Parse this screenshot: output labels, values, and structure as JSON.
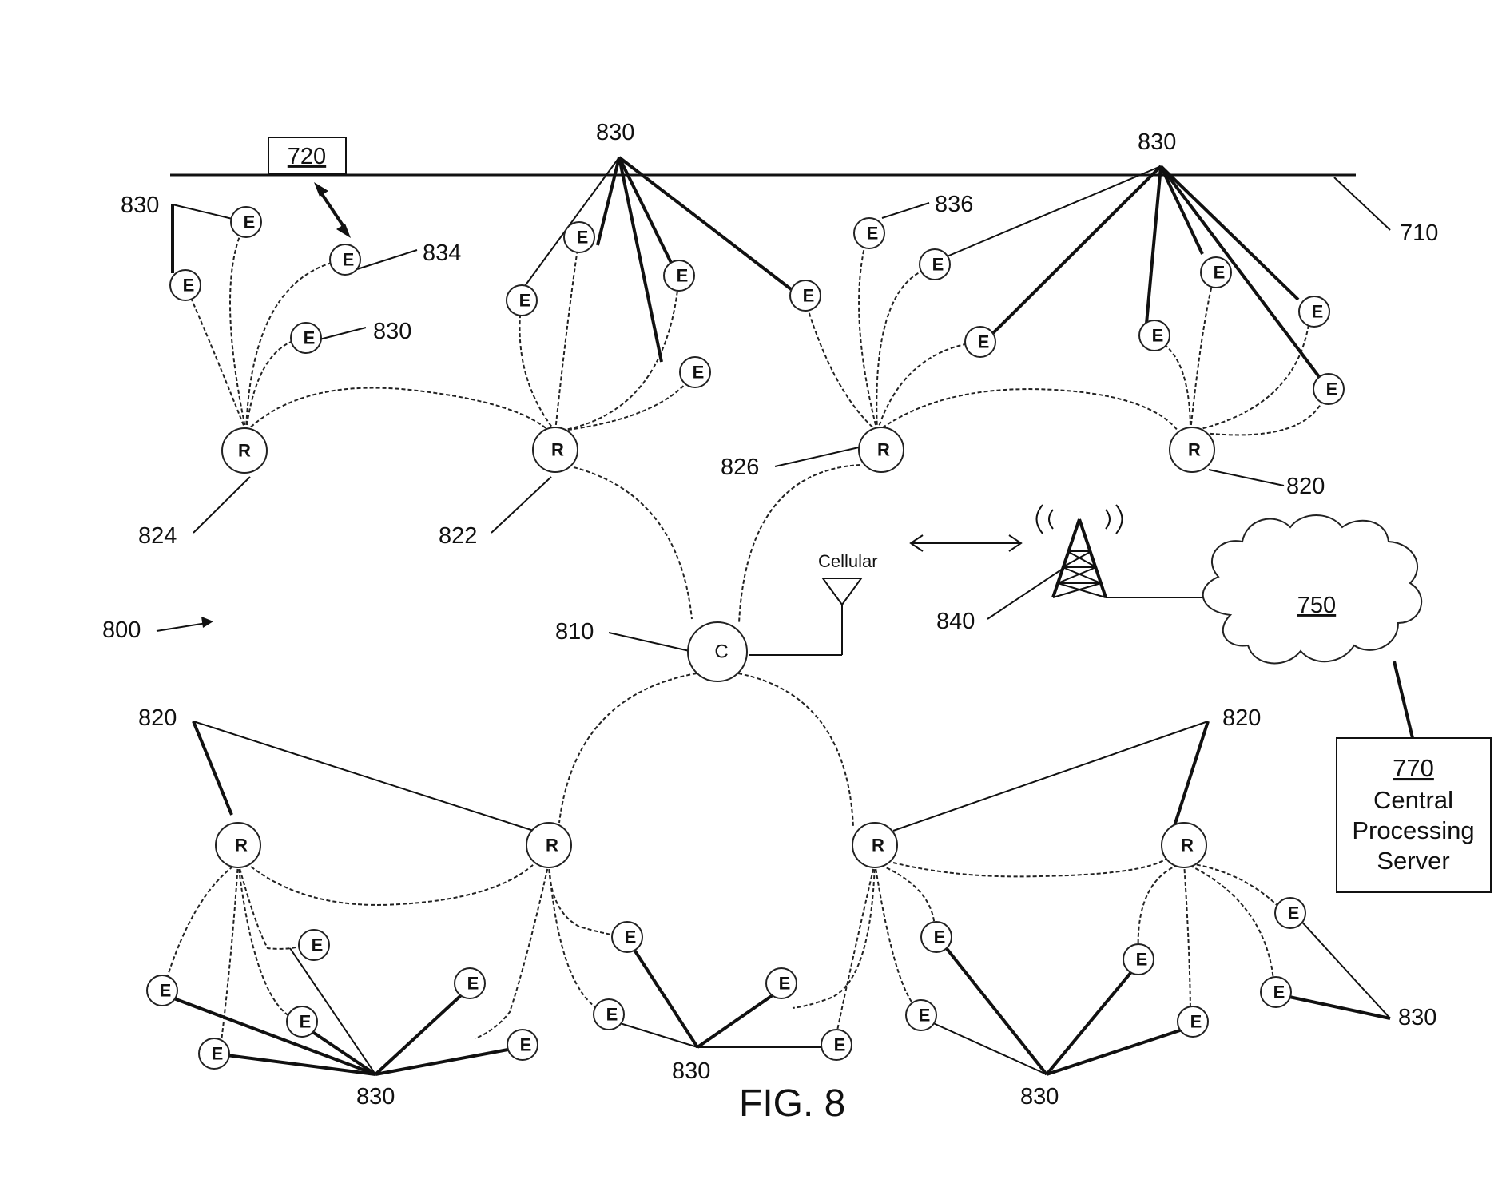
{
  "figure": {
    "title": "FIG. 8",
    "system_ref": "800"
  },
  "bus": {
    "ref": "710"
  },
  "box_720": {
    "ref": "720"
  },
  "concentrator": {
    "letter": "C",
    "ref": "810"
  },
  "cellular": {
    "label": "Cellular"
  },
  "tower": {
    "ref": "840"
  },
  "cloud": {
    "ref": "750"
  },
  "server": {
    "ref": "770",
    "line1": "Central",
    "line2": "Processing",
    "line3": "Server"
  },
  "relay_letter": "R",
  "endpoint_letter": "E",
  "labels": {
    "l830_top_left": "830",
    "l834": "834",
    "l830_mid_left": "830",
    "l830_top_center": "830",
    "l836": "836",
    "l830_top_right": "830",
    "l824": "824",
    "l822": "822",
    "l826": "826",
    "l820_top": "820",
    "l820_bottom_left": "820",
    "l820_bottom_right": "820",
    "l830_bottom_1": "830",
    "l830_bottom_2": "830",
    "l830_bottom_3": "830",
    "l830_bottom_4": "830"
  }
}
